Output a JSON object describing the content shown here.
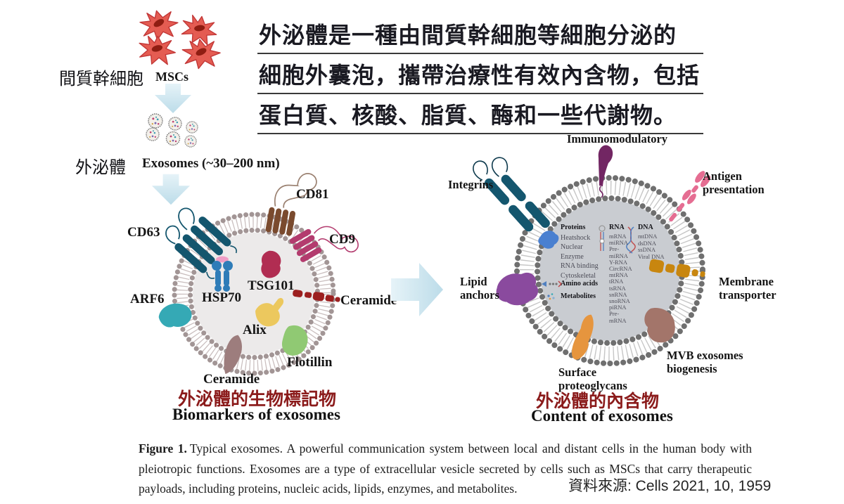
{
  "colors": {
    "ink": "#1a1a22",
    "title_red": "#8b1b1b",
    "arrow_blue_light": "#e6f3f8",
    "arrow_blue": "#bcdce9",
    "msc_red": "#e45c52",
    "msc_outline": "#c23737",
    "msc_nucleus": "#8f1d12",
    "teal_protein": "#14566e",
    "brown_protein": "#7a4a2e",
    "magenta_protein": "#b33b6e",
    "crimson_blob": "#b12d52",
    "blue_protein": "#2e7cb8",
    "yellow_blob": "#ecc85e",
    "cyan_blob": "#35a9b5",
    "dark_red_bar": "#9c1f1f",
    "green_blob": "#90c973",
    "mauve_blob": "#9d7d7d",
    "purple_hook": "#722663",
    "pink_protein": "#e56d92",
    "gold_protein": "#c8860f",
    "brown_blob": "#a3756a",
    "orange_blob": "#e6953e",
    "violet_blob": "#8a4a9e",
    "royal_blue_blob": "#4a80d0",
    "membrane_dot_left": "#a29595",
    "membrane_tail_left": "#cabfbf",
    "membrane_fill_left": "#eceaea",
    "membrane_dot_right": "#6f6f6f",
    "membrane_tail_right": "#c6c6c6",
    "membrane_fill_right": "#c9ccd1"
  },
  "pipeline": {
    "msc_label_zh": "間質幹細胞",
    "msc_label_en": "MSCs",
    "exosome_label_zh": "外泌體",
    "exosome_label_en": "Exosomes (~30–200 nm)"
  },
  "description": {
    "lines": [
      "外泌體是一種由間質幹細胞等細胞分泌的",
      "細胞外囊泡，攜帶治療性有效內含物，包括",
      "蛋白質、核酸、脂質、酶和一些代謝物。"
    ]
  },
  "biomarkers": {
    "title_zh": "外泌體的生物標記物",
    "title_en": "Biomarkers of exosomes",
    "labels": {
      "cd63": "CD63",
      "cd81": "CD81",
      "cd9": "CD9",
      "arf6": "ARF6",
      "hsp70": "HSP70",
      "tsg101": "TSG101",
      "alix": "Alix",
      "ceramide_right": "Ceramide",
      "flotillin": "Flotillin",
      "ceramide_bottom": "Ceramide"
    }
  },
  "contents": {
    "title_zh": "外泌體的內含物",
    "title_en": "Content of exosomes",
    "labels": {
      "immunomodulatory": "Immunomodulatory",
      "integrins": "Integrins",
      "antigen_presentation": "Antigen presentation",
      "lipid_anchors": "Lipid anchors",
      "membrane_transporter": "Membrane transporter",
      "mvb": "MVB exosomes biogenesis",
      "surface_proteoglycans": "Surface proteoglycans"
    },
    "inner": {
      "proteins_heading": "Proteins",
      "proteins": [
        "Heatshock",
        "Nuclear",
        "Enzyme",
        "RNA binding",
        "Cytoskeletal"
      ],
      "amino_acids_heading": "Amino acids",
      "metabolites_heading": "Metabolites",
      "rna_heading": "RNA",
      "rna_lines": [
        "mRNA",
        "miRNA",
        "Pre-",
        "miRNA",
        "Y-RNA",
        "CircRNA",
        "mtRNA",
        "tRNA",
        "tsRNA",
        "snRNA",
        "snoRNA",
        "piRNA",
        "Pre-",
        "mRNA"
      ],
      "dna_heading": "DNA",
      "dna_lines": [
        "mtDNA",
        "dsDNA",
        "ssDNA",
        "Viral DNA"
      ]
    }
  },
  "caption": {
    "figure_label": "Figure 1.",
    "text": "Typical exosomes. A powerful communication system between local and distant cells in the human body with pleiotropic functions. Exosomes are a type of extracellular vesicle secreted by cells such as MSCs that carry therapeutic payloads, including proteins, nucleic acids, lipids, enzymes, and metabolites.",
    "source": "資料來源: Cells 2021, 10, 1959"
  }
}
